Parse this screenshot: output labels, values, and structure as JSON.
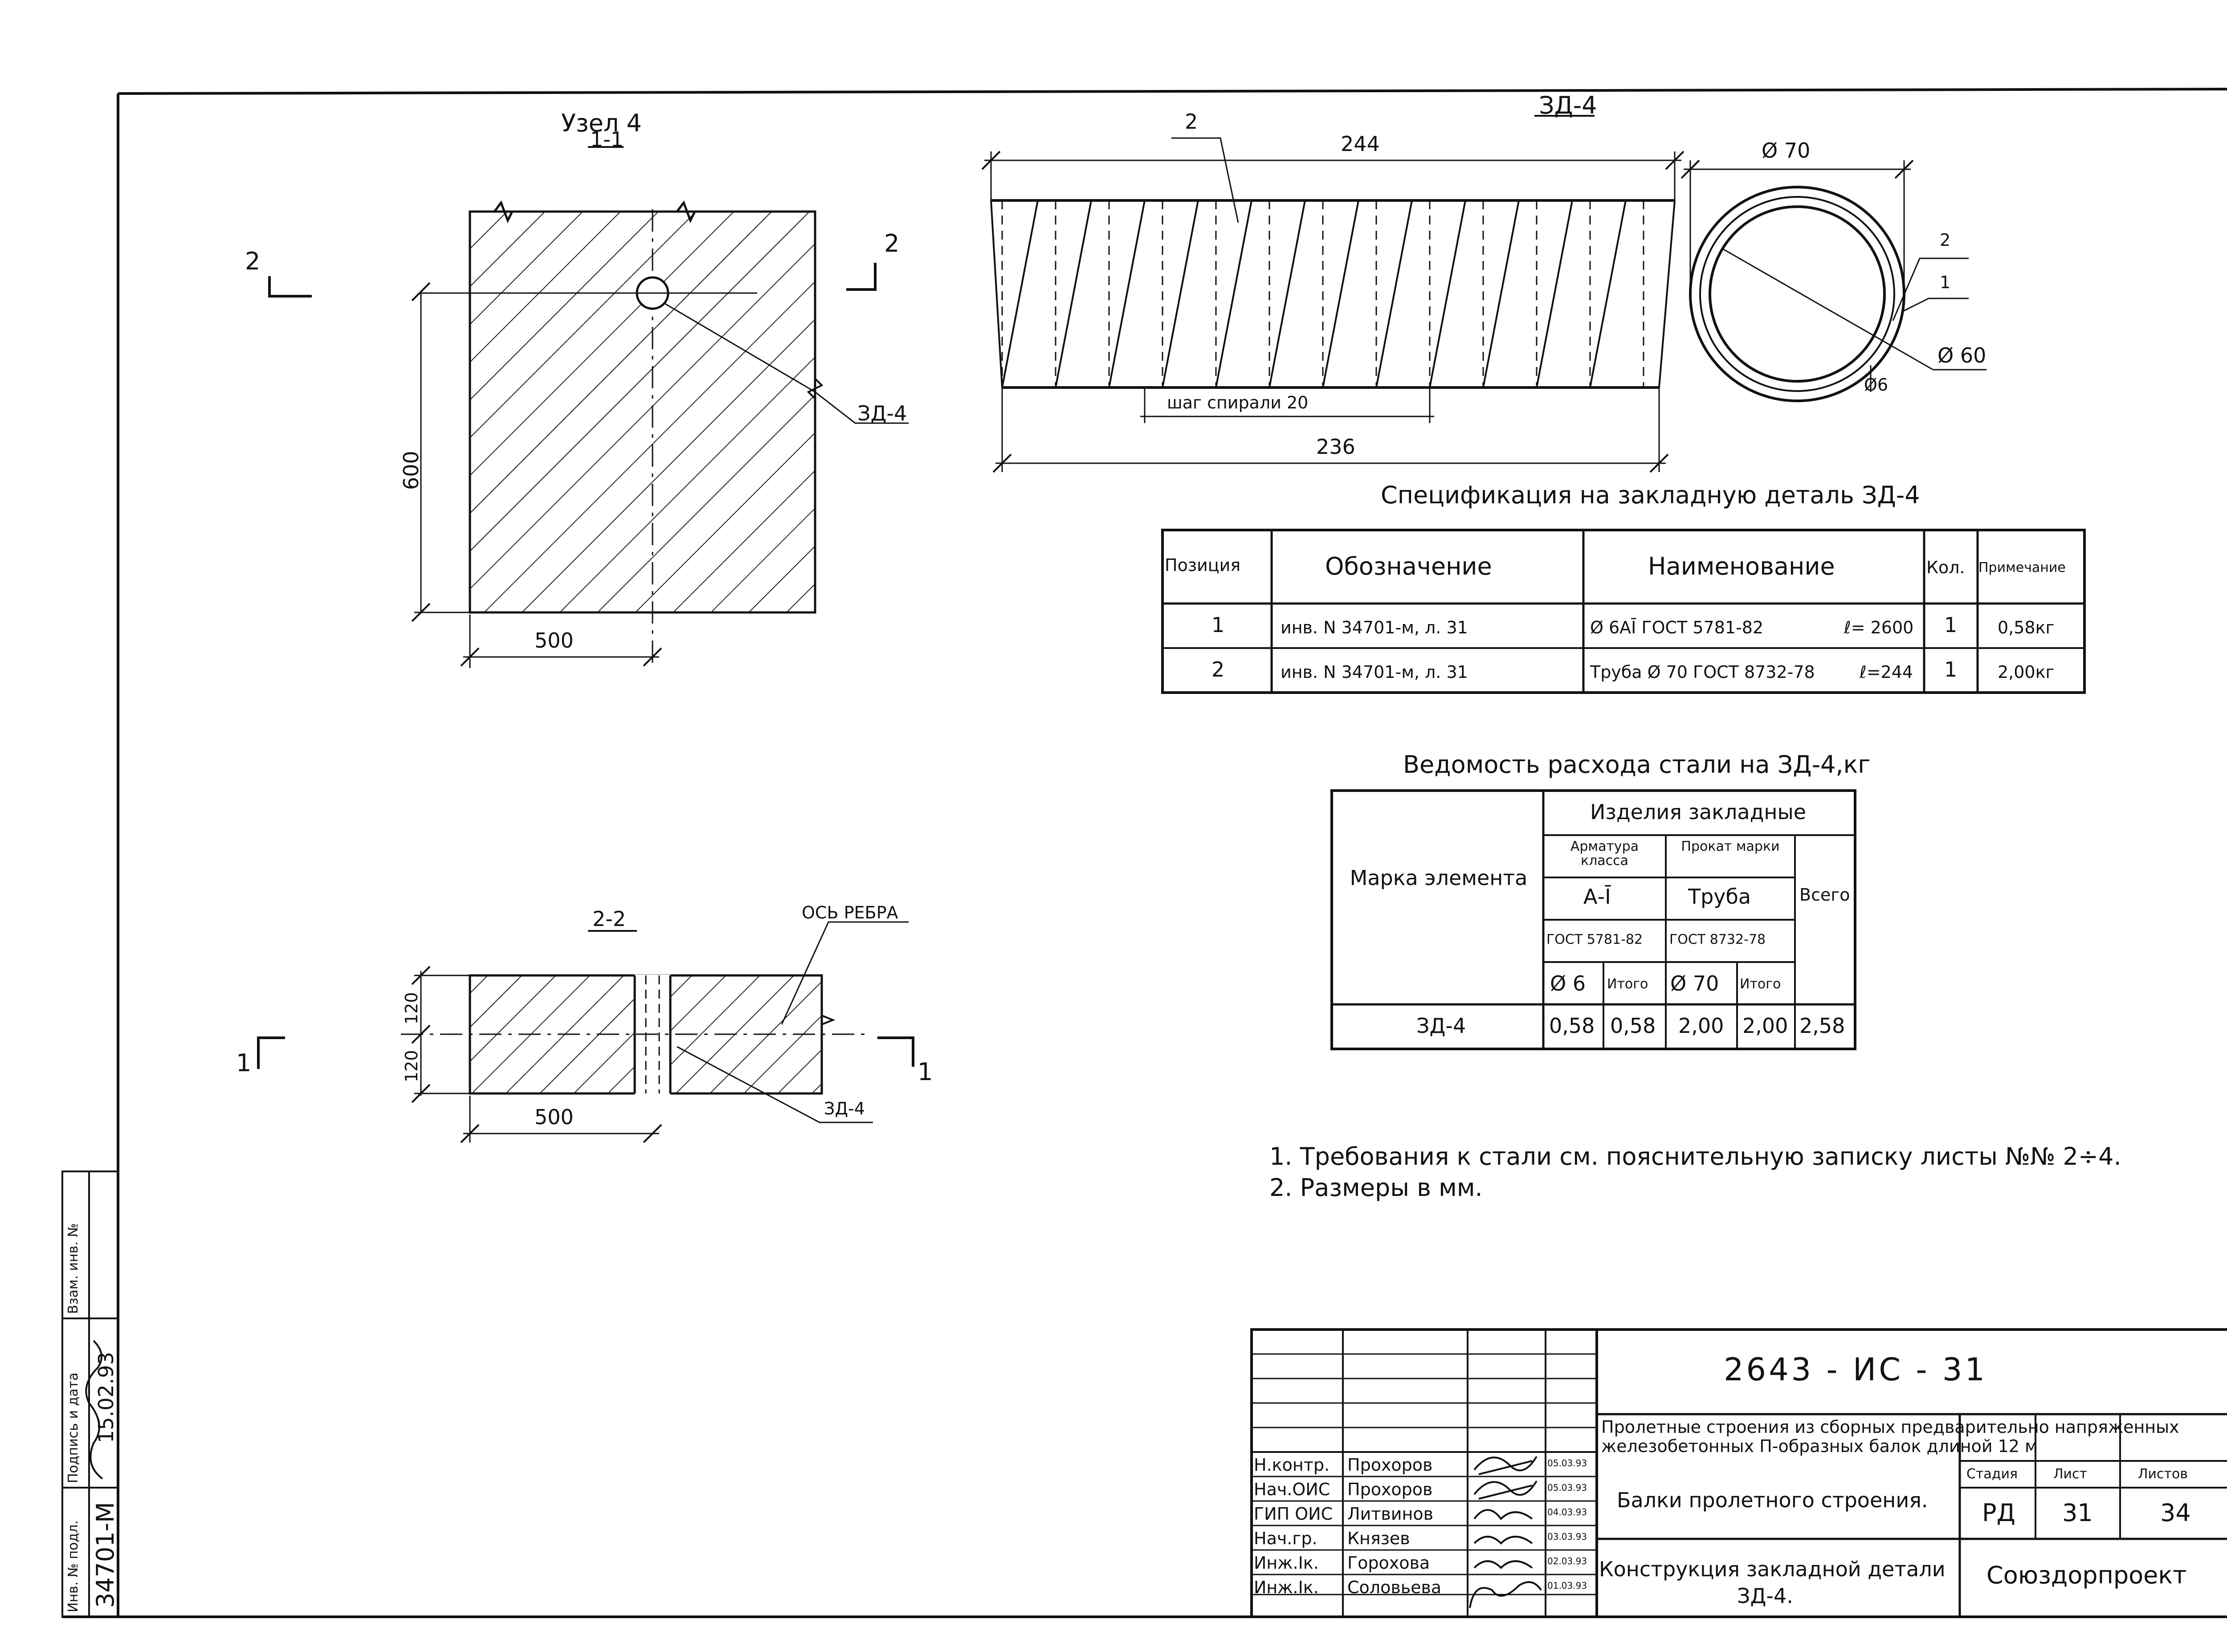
{
  "node": {
    "title": "Узел 4",
    "section_11": "1-1",
    "section_22": "2-2",
    "cut_2": "2",
    "cut_1": "1",
    "dim_600": "600",
    "dim_500": "500",
    "dim_500b": "500",
    "dim_120a": "120",
    "dim_120b": "120",
    "rib_axis": "ОСЬ РЕБРА",
    "part_ref": "ЗД-4"
  },
  "detail": {
    "title": "ЗД-4",
    "pos2": "2",
    "dim_244": "244",
    "dim_236": "236",
    "spiral_pitch": "шаг спирали 20",
    "dia70": "Ø 70",
    "dia60": "Ø 60",
    "dia6": "Ø6",
    "label1": "1",
    "label2": "2"
  },
  "spec": {
    "title": "Спецификация на закладную деталь ЗД-4",
    "headers": [
      "Позиция",
      "Обозначение",
      "Наименование",
      "Кол.",
      "Примечание"
    ],
    "rows": [
      [
        "1",
        "инв. N 34701-м, л. 31",
        "Ø 6АĪ ГОСТ 5781-82",
        "ℓ= 2600",
        "1",
        "0,58кг"
      ],
      [
        "2",
        "инв. N 34701-м, л. 31",
        "Труба Ø 70 ГОСТ 8732-78",
        "ℓ=244",
        "1",
        "2,00кг"
      ]
    ]
  },
  "steel": {
    "title": "Ведомость расхода стали на ЗД-4,кг",
    "group": "Изделия закладные",
    "mark_header": "Марка элемента",
    "arm_header": "Арматура класса",
    "prokat_header": "Прокат марки",
    "arm_class": "А-Ī",
    "prokat_mark": "Труба",
    "total_header": "Всего",
    "gost1": "ГОСТ 5781-82",
    "gost2": "ГОСТ 8732-78",
    "sub": [
      "Ø 6",
      "Итого",
      "Ø 70",
      "Итого"
    ],
    "row": [
      "ЗД-4",
      "0,58",
      "0,58",
      "2,00",
      "2,00",
      "2,58"
    ]
  },
  "notes": [
    "1. Требования к стали см. пояснительную записку листы №№ 2÷4.",
    "2. Размеры в мм."
  ],
  "stamp": {
    "code": "2643 - ИС - 31",
    "project_line1": "Пролетные строения из сборных предварительно напряженных",
    "project_line2": "железобетонных П-образных балок длиной 12 м",
    "object": "Балки пролетного строения.",
    "stage_label": "Стадия",
    "sheet_label": "Лист",
    "sheets_label": "Листов",
    "stage": "РД",
    "sheet": "31",
    "sheets": "34",
    "drawing_title_1": "Конструкция закладной детали",
    "drawing_title_2": "ЗД-4.",
    "org": "Союздорпроект",
    "people": [
      {
        "role": "Н.контр.",
        "name": "Прохоров",
        "date": "05.03.93"
      },
      {
        "role": "Нач.ОИС",
        "name": "Прохоров",
        "date": "05.03.93"
      },
      {
        "role": "ГИП ОИС",
        "name": "Литвинов",
        "date": "04.03.93"
      },
      {
        "role": "Нач.гр.",
        "name": "Князев",
        "date": "03.03.93"
      },
      {
        "role": "Инж.Iк.",
        "name": "Горохова",
        "date": "02.03.93"
      },
      {
        "role": "Инж.Iк.",
        "name": "Соловьева",
        "date": "01.03.93"
      }
    ]
  },
  "sidebar": {
    "inv_label": "Инв. № подл.",
    "inv_value": "34701-М",
    "sign_label": "Подпись и дата",
    "sign_value": "15.02.93",
    "vzam_label": "Взам. инв. №"
  }
}
